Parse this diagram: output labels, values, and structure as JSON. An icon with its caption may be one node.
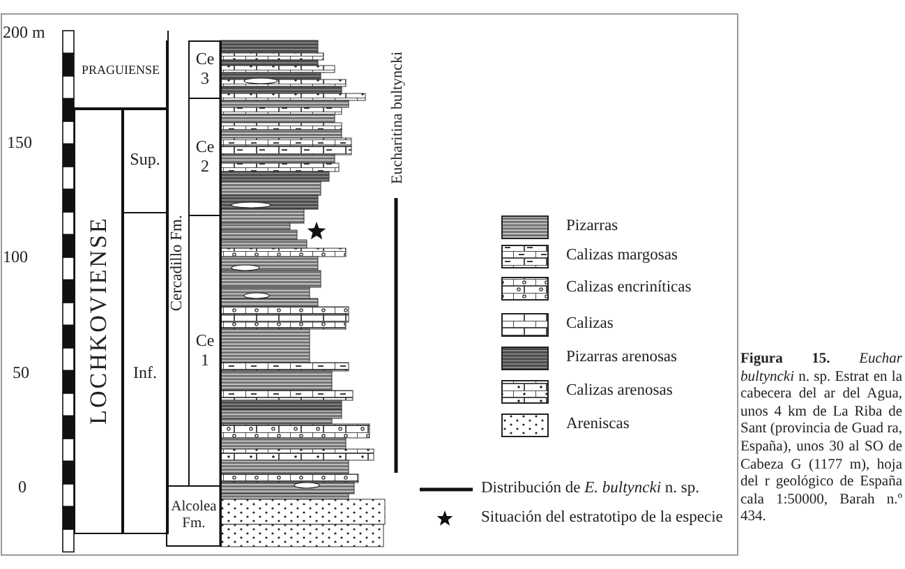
{
  "diagram": {
    "caption": "**Figura 15.** *Euchar bultyncki* n. sp. Estrat en la cabecera del ar del Agua, unos 4 km de La Riba de Sant (provincia de Guad ra, España), unos 30 al SO de Cabeza G (1177 m), hoja del r geológico de España cala 1:50000, Barah n.º 434.",
    "nodes": [
      {
        "text": [
          "PRAGUIENSE"
        ]
      },
      {
        "text": [
          "LOCHKOVIENSE"
        ]
      },
      {
        "text": [
          "Sup."
        ]
      },
      {
        "text": [
          "Inf."
        ]
      },
      {
        "text": [
          "Cercadillo Fm."
        ]
      },
      {
        "text": [
          "Ce 3"
        ]
      },
      {
        "text": [
          "Ce 2"
        ]
      },
      {
        "text": [
          "Ce 1"
        ]
      },
      {
        "text": [
          "Alcolea Fm."
        ]
      }
    ],
    "edges": [],
    "labels": [
      "200 m",
      "150",
      "100",
      "50",
      "0",
      "Eucharitina bultyncki"
    ],
    "legend": [
      {
        "text": "Pizarras"
      },
      {
        "text": "Calizas margosas"
      },
      {
        "text": "Calizas encriníticas"
      },
      {
        "text": "Calizas"
      },
      {
        "text": "Pizarras arenosas"
      },
      {
        "text": "Calizas arenosas"
      },
      {
        "text": "Areniscas"
      },
      {
        "text": "Distribución de *E. bultyncki* n. sp."
      },
      {
        "text": "Situación del estratotipo de la especie"
      }
    ]
  }
}
